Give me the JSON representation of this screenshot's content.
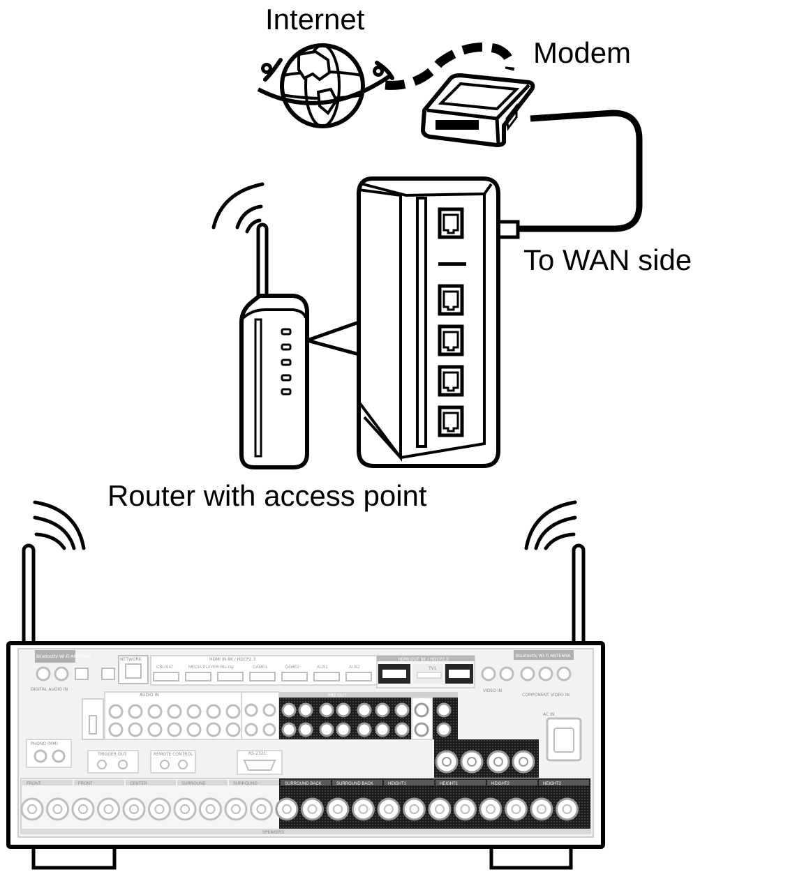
{
  "diagram": {
    "labels": {
      "internet": "Internet",
      "modem": "Modem",
      "wan": "To WAN side",
      "router": "Router with access point"
    },
    "receiver_panel": {
      "bt_wifi_left": "Bluetooth/ Wi-Fi ANTENNA",
      "bt_wifi_right": "Bluetooth/ Wi-Fi ANTENNA",
      "network": "NETWORK",
      "hdmi_in": "HDMI IN 8K / HDCP2.3",
      "hdmi_in_inputs": [
        "CBL/SAT",
        "MEDIA PLAYER",
        "Blu-ray",
        "GAME1",
        "GAME2",
        "AUX1",
        "AUX2"
      ],
      "hdmi_out": "HDMI OUT 8K / HDCP2.3",
      "tv1": "TV1",
      "digital_audio": "DIGITAL AUDIO IN",
      "audio_in": "AUDIO IN",
      "pre_out": "PRE OUT",
      "video_in": "VIDEO IN",
      "component_video": "COMPONENT VIDEO IN",
      "ac_in": "AC IN",
      "phono": "PHONO (MM)",
      "trigger_out": "TRIGGER OUT",
      "remote_control": "REMOTE CONTROL",
      "rs232c": "RS-232C",
      "speakers": "SPEAKERS",
      "speaker_groups": [
        "FRONT",
        "FRONT",
        "CENTER",
        "SURROUND",
        "SURROUND",
        "SURROUND BACK",
        "SURROUND BACK",
        "HEIGHT1",
        "HEIGHT1",
        "HEIGHT2",
        "HEIGHT2"
      ]
    },
    "colors": {
      "line": "#000000",
      "panel_fill": "#f2f2f2",
      "panel_stroke": "#cfcfcf",
      "panel_text": "#8a8a8a",
      "dark_block": "#262626"
    }
  }
}
